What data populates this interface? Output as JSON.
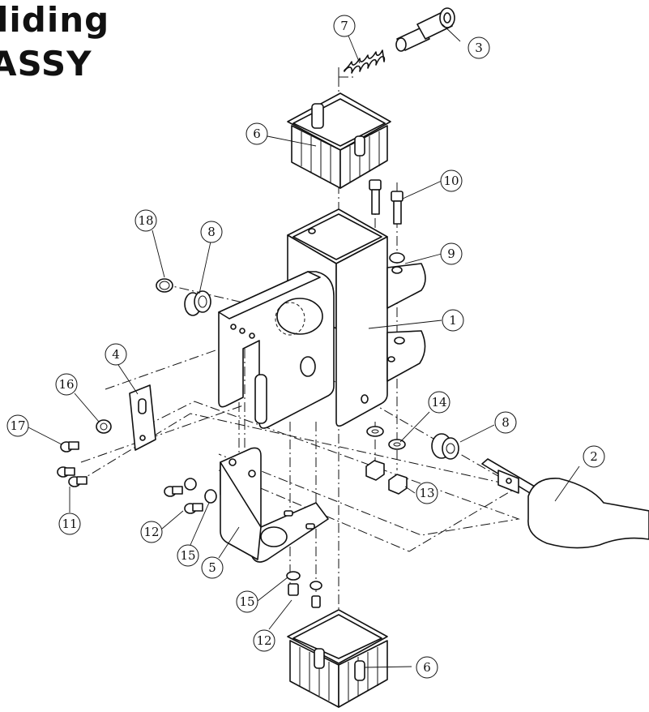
{
  "title": {
    "line1": "liding",
    "line2": "ASSY"
  },
  "callouts": [
    {
      "id": "c1",
      "label": "1"
    },
    {
      "id": "c2",
      "label": "2"
    },
    {
      "id": "c3",
      "label": "3"
    },
    {
      "id": "c4",
      "label": "4"
    },
    {
      "id": "c5",
      "label": "5"
    },
    {
      "id": "c6a",
      "label": "6"
    },
    {
      "id": "c6b",
      "label": "6"
    },
    {
      "id": "c7",
      "label": "7"
    },
    {
      "id": "c8a",
      "label": "8"
    },
    {
      "id": "c8b",
      "label": "8"
    },
    {
      "id": "c9",
      "label": "9"
    },
    {
      "id": "c10",
      "label": "10"
    },
    {
      "id": "c11",
      "label": "11"
    },
    {
      "id": "c12a",
      "label": "12"
    },
    {
      "id": "c12b",
      "label": "12"
    },
    {
      "id": "c13",
      "label": "13"
    },
    {
      "id": "c14",
      "label": "14"
    },
    {
      "id": "c15a",
      "label": "15"
    },
    {
      "id": "c15b",
      "label": "15"
    },
    {
      "id": "c16",
      "label": "16"
    },
    {
      "id": "c17",
      "label": "17"
    },
    {
      "id": "c18",
      "label": "18"
    }
  ]
}
